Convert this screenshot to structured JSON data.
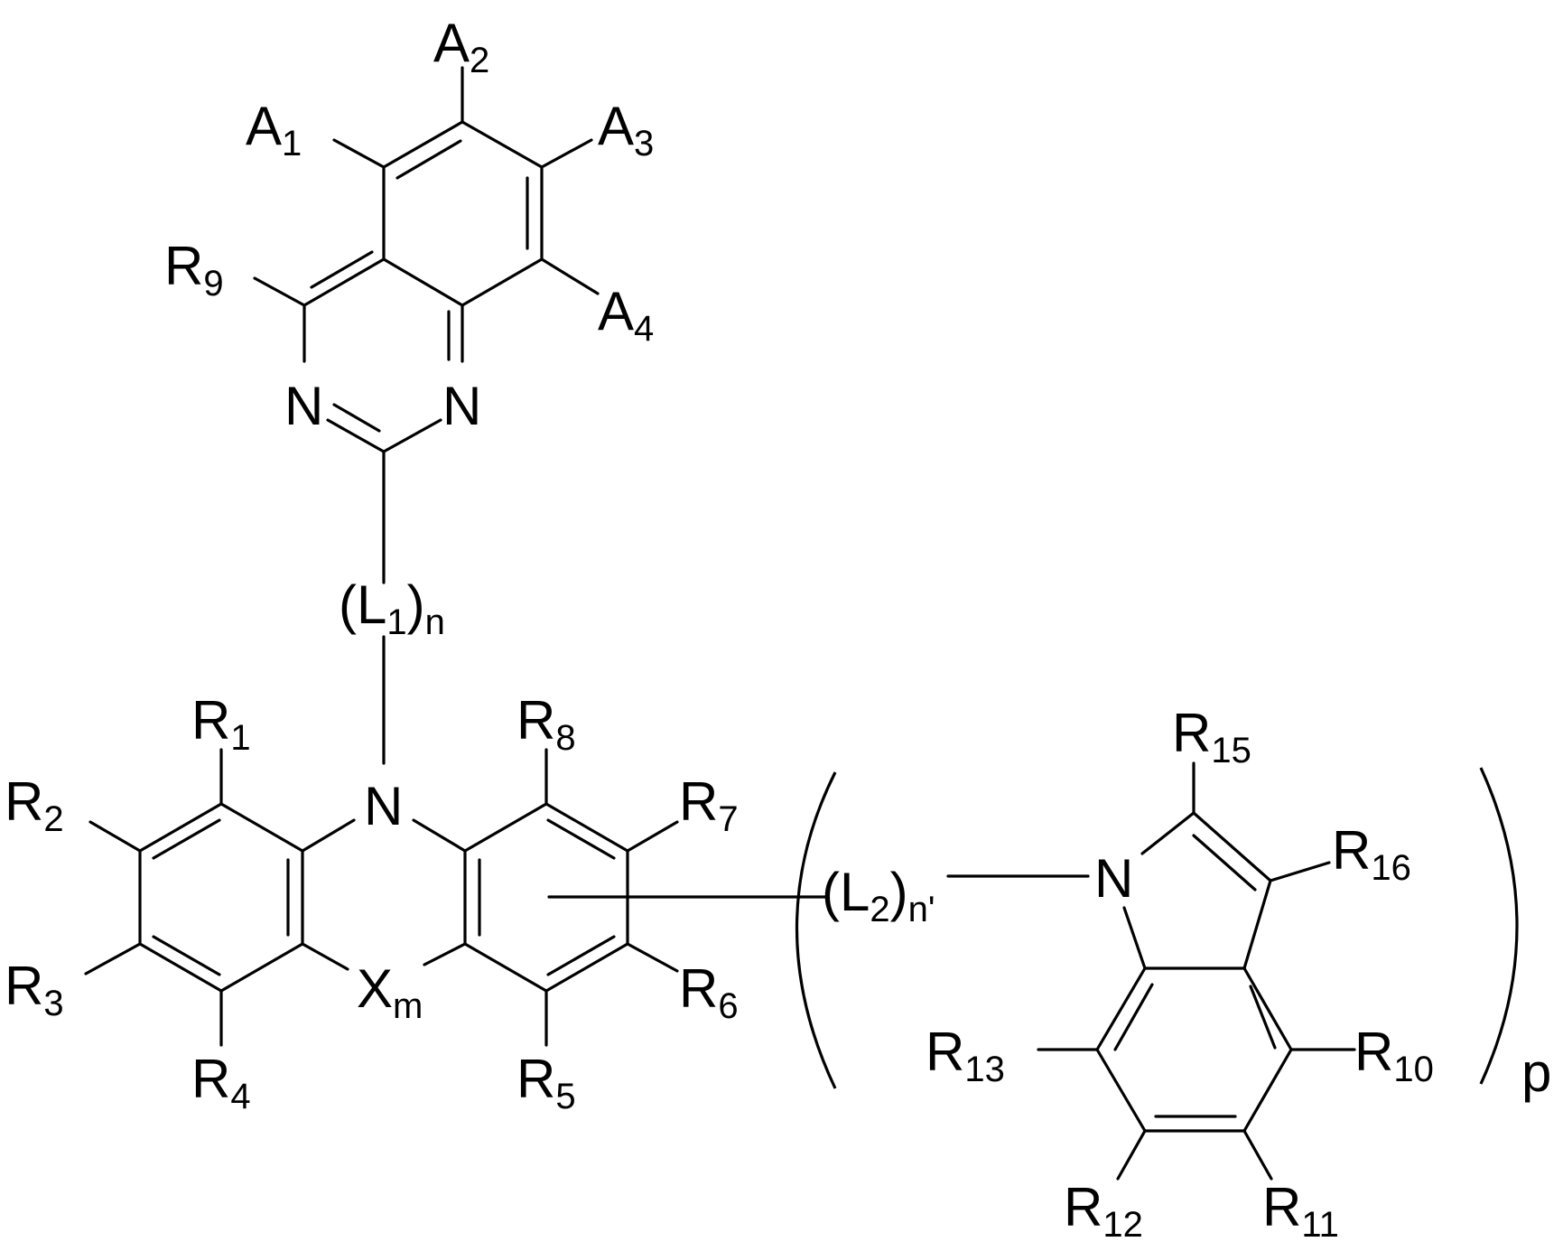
{
  "structure": {
    "atoms": {
      "n_top_left": "N",
      "n_top_right": "N",
      "n_central": "N",
      "n_indole": "N"
    },
    "substituents": {
      "A1": {
        "main": "A",
        "sub": "1"
      },
      "A2": {
        "main": "A",
        "sub": "2"
      },
      "A3": {
        "main": "A",
        "sub": "3"
      },
      "A4": {
        "main": "A",
        "sub": "4"
      },
      "R9": {
        "main": "R",
        "sub": "9"
      },
      "R1": {
        "main": "R",
        "sub": "1"
      },
      "R2": {
        "main": "R",
        "sub": "2"
      },
      "R3": {
        "main": "R",
        "sub": "3"
      },
      "R4": {
        "main": "R",
        "sub": "4"
      },
      "R5": {
        "main": "R",
        "sub": "5"
      },
      "R6": {
        "main": "R",
        "sub": "6"
      },
      "R7": {
        "main": "R",
        "sub": "7"
      },
      "R8": {
        "main": "R",
        "sub": "8"
      },
      "R10": {
        "main": "R",
        "sub": "10"
      },
      "R11": {
        "main": "R",
        "sub": "11"
      },
      "R12": {
        "main": "R",
        "sub": "12"
      },
      "R13": {
        "main": "R",
        "sub": "13"
      },
      "R15": {
        "main": "R",
        "sub": "15"
      },
      "R16": {
        "main": "R",
        "sub": "16"
      }
    },
    "linkers": {
      "L1": {
        "open": "(L",
        "sub_index": "1",
        "close": ")",
        "sub_count": "n"
      },
      "L2": {
        "open": "(L",
        "sub_index": "2",
        "close": ")",
        "sub_count": "n'"
      }
    },
    "bridge": {
      "main": "X",
      "sub": "m"
    },
    "repeat_subscript": "p"
  }
}
